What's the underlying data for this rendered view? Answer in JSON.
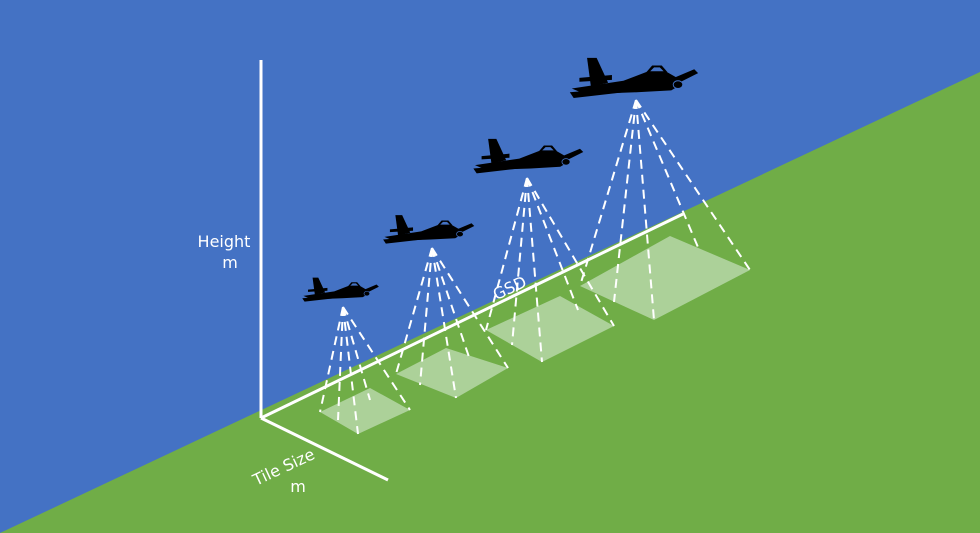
{
  "colors": {
    "sky": "#4472c4",
    "ground": "#70ad47",
    "axis": "#ffffff",
    "plane": "#000000",
    "tile": "#b6d7a8"
  },
  "labels": {
    "height_title": "Height",
    "height_unit": "m",
    "tile_title": "Tile Size",
    "tile_unit": "m",
    "gsd": "GSD"
  },
  "icons": {
    "aircraft": "airplane-icon",
    "footprint": "tile-footprint"
  }
}
